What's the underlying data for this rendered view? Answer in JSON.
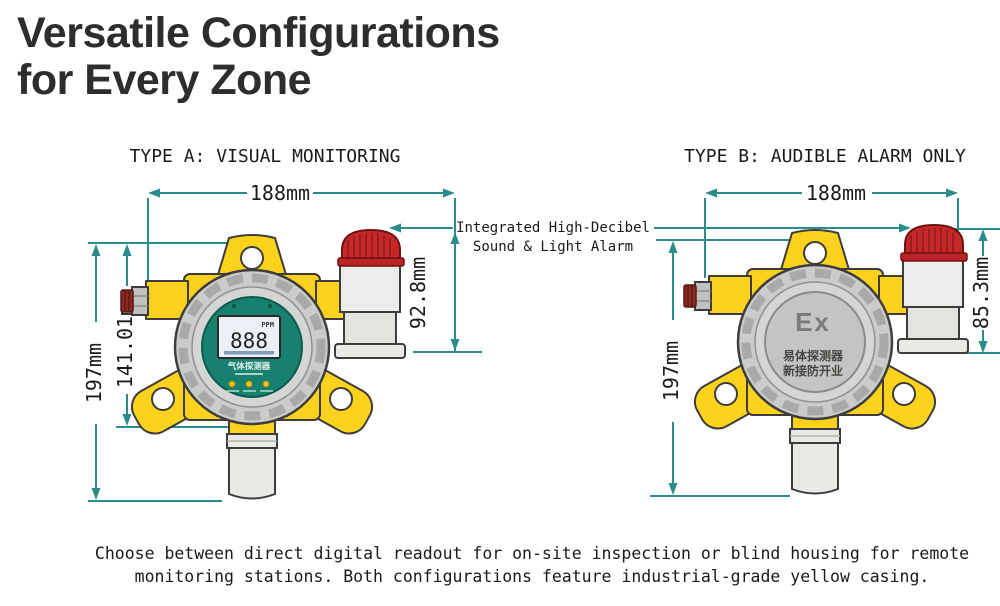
{
  "title": {
    "line1": "Versatile Configurations",
    "line2": "for Every Zone"
  },
  "annotation": {
    "line1": "Integrated High-Decibel",
    "line2": "Sound & Light Alarm"
  },
  "caption": {
    "line1": "Choose between direct digital readout for on-site inspection or blind housing for remote",
    "line2": "monitoring stations. Both configurations feature industrial-grade yellow casing."
  },
  "type_a": {
    "heading": "TYPE A: VISUAL MONITORING",
    "dim_width": "188mm",
    "dim_height": "197mm",
    "dim_body_height": "141.01mm",
    "dim_alarm_height": "92.8mm",
    "display": {
      "unit": "PPM",
      "value": "888",
      "panel_label": "气体探测器"
    }
  },
  "type_b": {
    "heading": "TYPE B: AUDIBLE ALARM ONLY",
    "dim_width": "188mm",
    "dim_height": "197mm",
    "dim_alarm_height": "85.3mm",
    "housing": {
      "ex_mark": "Ex",
      "label_line1": "易体探测器",
      "label_line2": "新接防开业"
    }
  },
  "colors": {
    "dimension_teal": "#2b8c8c",
    "casing_yellow": "#fdd21d",
    "alarm_red": "#c62828",
    "panel_green": "#17806e",
    "title_gray": "#2d2d2d"
  }
}
